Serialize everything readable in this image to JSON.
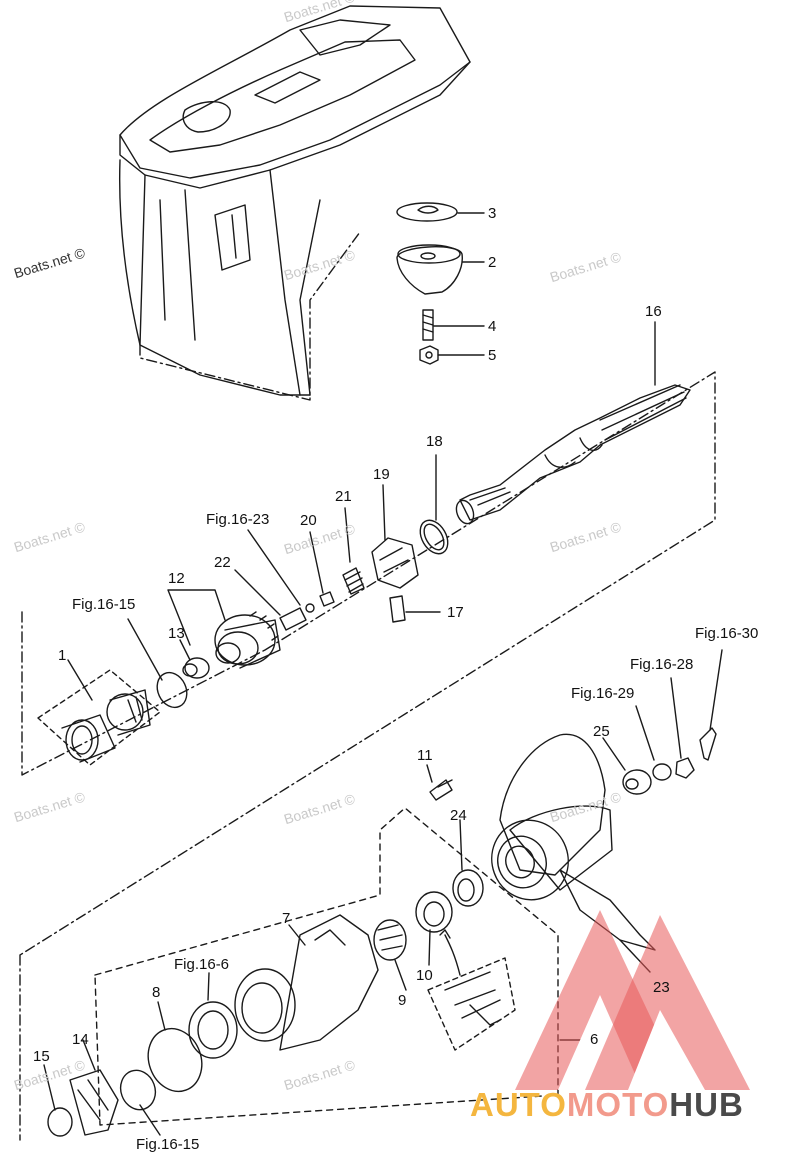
{
  "labels": {
    "p1": "1",
    "p2": "2",
    "p3": "3",
    "p4": "4",
    "p5": "5",
    "p6": "6",
    "p7": "7",
    "p8": "8",
    "p9": "9",
    "p10": "10",
    "p11": "11",
    "p12": "12",
    "p13": "13",
    "p14": "14",
    "p15": "15",
    "p16": "16",
    "p17": "17",
    "p18": "18",
    "p19": "19",
    "p20": "20",
    "p21": "21",
    "p22": "22",
    "p23": "23",
    "p24": "24",
    "p25": "25",
    "fig_16_23": "Fig.16-23",
    "fig_16_15_top": "Fig.16-15",
    "fig_16_15_bottom": "Fig.16-15",
    "fig_16_6": "Fig.16-6",
    "fig_16_30": "Fig.16-30",
    "fig_16_28": "Fig.16-28",
    "fig_16_29": "Fig.16-29"
  },
  "watermark": "Boats.net ©",
  "watermark_left": "Boats.net ©",
  "logo": {
    "part1": "AUTO",
    "part2": "MOTO",
    "part3": "HUB",
    "color1": "#f4b63f",
    "color2": "#f29a8c",
    "color3": "#4a4a4a",
    "triangle_color": "#e8595a"
  },
  "line_color": "#1a1a1a"
}
